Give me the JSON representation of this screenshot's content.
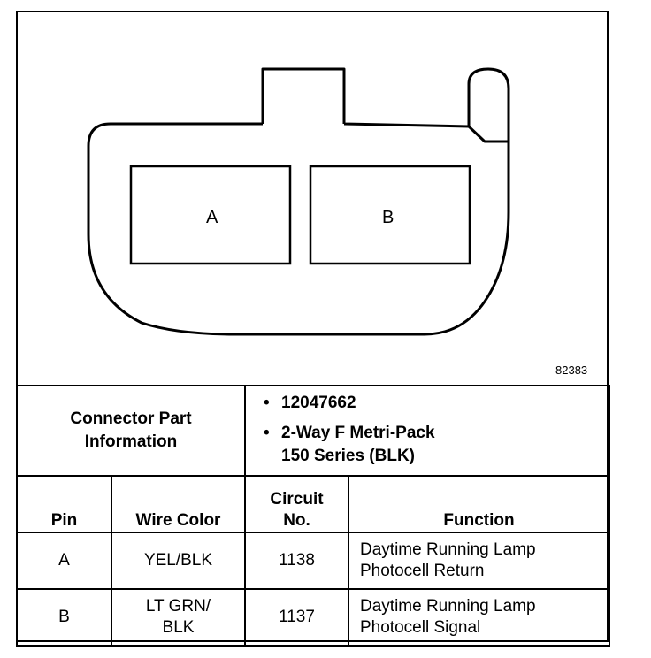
{
  "figure_id": "82383",
  "pins": [
    {
      "label": "A"
    },
    {
      "label": "B"
    }
  ],
  "connector_info": {
    "label_line1": "Connector Part",
    "label_line2": "Information",
    "part_number": "12047662",
    "description_line1": "2-Way F Metri-Pack",
    "description_line2": "150 Series (BLK)"
  },
  "table": {
    "headers": {
      "pin": "Pin",
      "wire_color": "Wire Color",
      "circuit_line1": "Circuit",
      "circuit_line2": "No.",
      "function": "Function"
    },
    "rows": [
      {
        "pin": "A",
        "wire_color_line1": "YEL/BLK",
        "wire_color_line2": "",
        "circuit": "1138",
        "function_line1": "Daytime Running Lamp",
        "function_line2": "Photocell Return"
      },
      {
        "pin": "B",
        "wire_color_line1": "LT GRN/",
        "wire_color_line2": "BLK",
        "circuit": "1137",
        "function_line1": "Daytime Running Lamp",
        "function_line2": "Photocell Signal"
      }
    ]
  }
}
